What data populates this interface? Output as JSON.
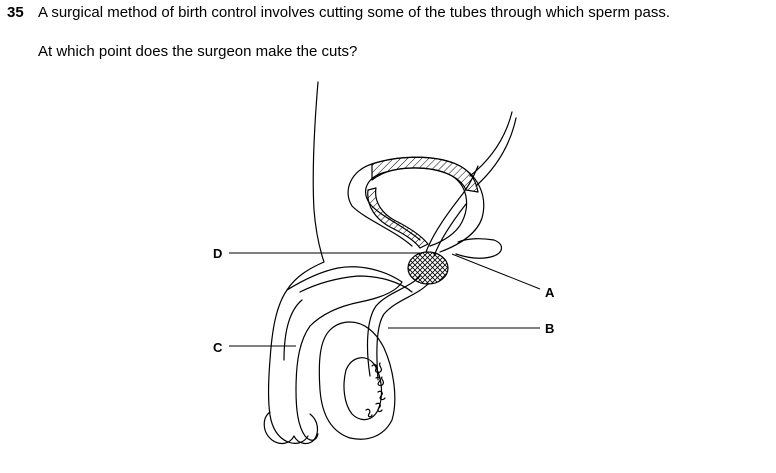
{
  "question": {
    "number": "35",
    "stem": "A surgical method of birth control involves cutting some of the tubes through which sperm pass.",
    "prompt": "At which point does the surgeon make the cuts?"
  },
  "diagram": {
    "labels": {
      "A": "A",
      "B": "B",
      "C": "C",
      "D": "D"
    }
  }
}
